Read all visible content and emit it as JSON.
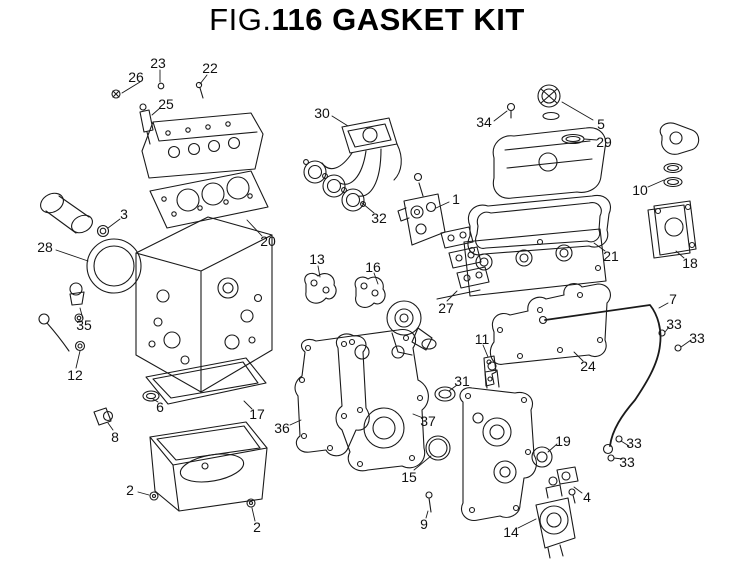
{
  "title": {
    "prefix": "FIG.",
    "main": "116 GASKET KIT"
  },
  "colors": {
    "line": "#1a1a1a",
    "background": "#ffffff"
  },
  "callouts": [
    {
      "label": "26"
    },
    {
      "label": "23"
    },
    {
      "label": "22"
    },
    {
      "label": "25"
    },
    {
      "label": "30"
    },
    {
      "label": "34"
    },
    {
      "label": "5"
    },
    {
      "label": "29"
    },
    {
      "label": "10"
    },
    {
      "label": "1"
    },
    {
      "label": "3"
    },
    {
      "label": "20"
    },
    {
      "label": "32"
    },
    {
      "label": "28"
    },
    {
      "label": "18"
    },
    {
      "label": "21"
    },
    {
      "label": "13"
    },
    {
      "label": "16"
    },
    {
      "label": "27"
    },
    {
      "label": "7"
    },
    {
      "label": "33"
    },
    {
      "label": "33"
    },
    {
      "label": "35"
    },
    {
      "label": "12"
    },
    {
      "label": "11"
    },
    {
      "label": "24"
    },
    {
      "label": "31"
    },
    {
      "label": "6"
    },
    {
      "label": "17"
    },
    {
      "label": "36"
    },
    {
      "label": "8"
    },
    {
      "label": "37"
    },
    {
      "label": "15"
    },
    {
      "label": "19"
    },
    {
      "label": "33"
    },
    {
      "label": "33"
    },
    {
      "label": "4"
    },
    {
      "label": "2"
    },
    {
      "label": "2"
    },
    {
      "label": "9"
    },
    {
      "label": "14"
    }
  ]
}
